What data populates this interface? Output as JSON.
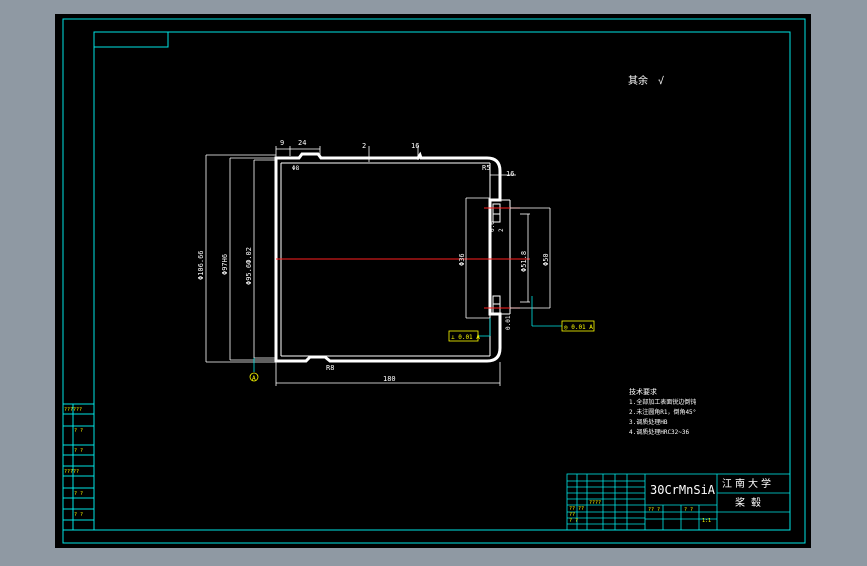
{
  "drawing": {
    "surface_note": "其余",
    "surface_symbol": "√",
    "material": "30CrMnSiA",
    "school": "江南大学",
    "part_name": "桨毂",
    "colors": {
      "background": "#000000",
      "frame": "#00e5e5",
      "part": "#ffffff",
      "centerline": "#ff2020",
      "leader": "#00e5e5",
      "tolerance": "#ffff00"
    },
    "dimensions": {
      "top_a": "9",
      "top_b": "24",
      "top_c": "2",
      "top_d": "16",
      "slot_dia": "Φ8",
      "r_corner": "R5",
      "right_16": "16",
      "outer_dia": "Φ106.66",
      "dia_2": "Φ97H6",
      "dia_3": "Φ95.6Ф.02",
      "center_dia": "Φ36",
      "bore_dia": "Φ51.8",
      "flange_dia": "Φ50",
      "small_a": "0.6",
      "small_b": "2",
      "small_c": "0.01",
      "bottom_r": "R8",
      "length": "180",
      "datum": "A",
      "fcf_left": "⊥ 0.01 A",
      "fcf_right": "◎ 0.01 A"
    },
    "tech_req": {
      "title": "技术要求",
      "lines": [
        "1.全部加工表面锐边倒钝",
        "2.未注圆角R1，倒角45°",
        "3.调质处理HB",
        "4.调质处理HRC32~36"
      ]
    },
    "left_blocks": [
      "??????",
      "? ?",
      "? ?",
      "?????",
      "? ?",
      "? ?"
    ],
    "title_block": {
      "row_labels": [
        "?? ??",
        "??",
        "? ?"
      ],
      "cells": [
        "????",
        "?? ?",
        "? ?",
        "1:1"
      ]
    }
  }
}
